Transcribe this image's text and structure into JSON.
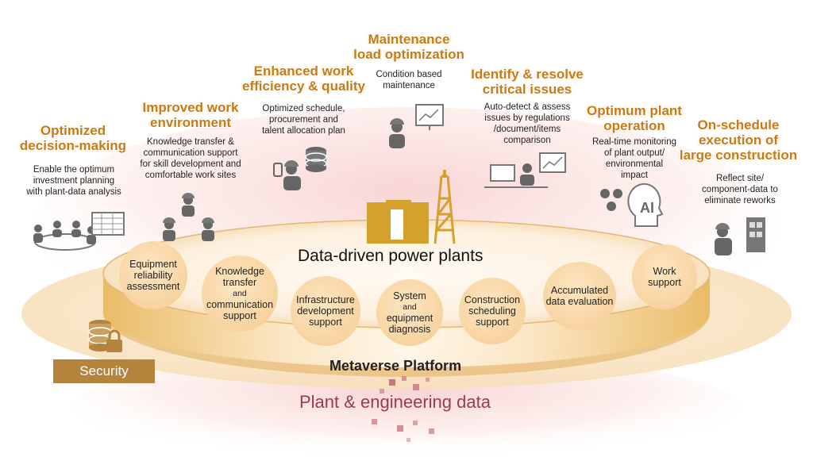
{
  "benefits": [
    {
      "id": "decision",
      "heading_lines": [
        "Optimized",
        "decision-making"
      ],
      "desc_lines": [
        "Enable the optimum",
        "investment planning",
        "with plant-data analysis"
      ]
    },
    {
      "id": "environment",
      "heading_lines": [
        "Improved work",
        "environment"
      ],
      "desc_lines": [
        "Knowledge transfer &",
        "communication support",
        "for skill development and",
        "comfortable work sites"
      ]
    },
    {
      "id": "efficiency",
      "heading_lines": [
        "Enhanced work",
        "efficiency & quality"
      ],
      "desc_lines": [
        "Optimized schedule,",
        "procurement and",
        "talent allocation plan"
      ]
    },
    {
      "id": "maintenance",
      "heading_lines": [
        "Maintenance",
        "load optimization"
      ],
      "desc_lines": [
        "Condition based",
        "maintenance"
      ]
    },
    {
      "id": "issues",
      "heading_lines": [
        "Identify & resolve",
        "critical issues"
      ],
      "desc_lines": [
        "Auto-detect & assess",
        "issues by regulations",
        "/document/items",
        "comparison"
      ]
    },
    {
      "id": "plant-operation",
      "heading_lines": [
        "Optimum plant",
        "operation"
      ],
      "desc_lines": [
        "Real-time monitoring",
        "of plant output/",
        "environmental",
        "impact"
      ]
    },
    {
      "id": "construction",
      "heading_lines": [
        "On-schedule",
        "execution of",
        "large construction"
      ],
      "desc_lines": [
        "Reflect site/",
        "component-data to",
        "eliminate reworks"
      ]
    }
  ],
  "functions": [
    {
      "id": "equipment-reliability",
      "lines": [
        "Equipment",
        "reliability",
        "assessment"
      ]
    },
    {
      "id": "knowledge-transfer",
      "lines": [
        "Knowledge",
        "transfer",
        "and",
        "communication",
        "support"
      ]
    },
    {
      "id": "infrastructure",
      "lines": [
        "Infrastructure",
        "development",
        "support"
      ]
    },
    {
      "id": "system-diagnosis",
      "lines": [
        "System",
        "and",
        "equipment",
        "diagnosis"
      ]
    },
    {
      "id": "construction-scheduling",
      "lines": [
        "Construction",
        "scheduling",
        "support"
      ]
    },
    {
      "id": "accumulated-data",
      "lines": [
        "Accumulated",
        "data evaluation"
      ]
    },
    {
      "id": "work-support",
      "lines": [
        "Work",
        "support"
      ]
    }
  ],
  "ai_label": "AI",
  "platform_title": "Data-driven power plants",
  "metaverse_label": "Metaverse Platform",
  "data_label": "Plant & engineering data",
  "security_label": "Security",
  "colors": {
    "accent": "#c87a14",
    "gold": "#d09a2c",
    "security": "#b5843c",
    "data_text": "#9c3b4c",
    "circle": "#f8d3a0",
    "icon": "#666666"
  }
}
